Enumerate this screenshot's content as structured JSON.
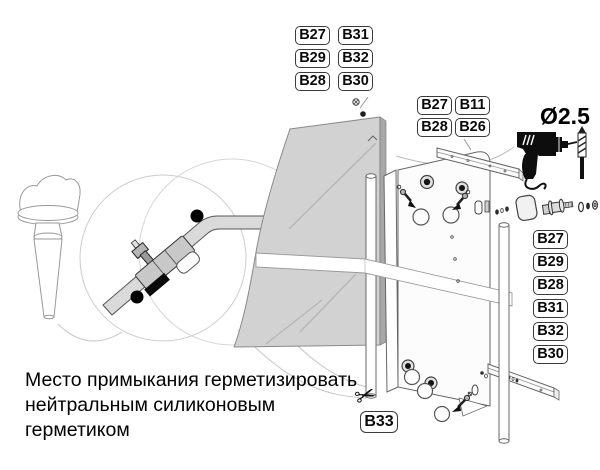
{
  "note": {
    "line1": "Место примыкания герметизировать",
    "line2": "нейтральным силиконовым",
    "line3": "герметиком"
  },
  "drill_diameter": "Ø2.5",
  "labels": {
    "top_group": [
      "B27",
      "B31",
      "B29",
      "B32",
      "B28",
      "B30"
    ],
    "bracket_group": [
      "B27",
      "B11",
      "B28",
      "B26"
    ],
    "right_group": [
      "B27",
      "B29",
      "B28",
      "B31",
      "B32",
      "B30"
    ],
    "cut_label": "B33"
  },
  "icons": {
    "scissors": "✂",
    "drill": "drill-silhouette"
  },
  "colors": {
    "panel_gray": "#d2d2d2",
    "outline": "#666666",
    "label_border": "#3a3a3a",
    "ink": "#0a0a0a"
  }
}
